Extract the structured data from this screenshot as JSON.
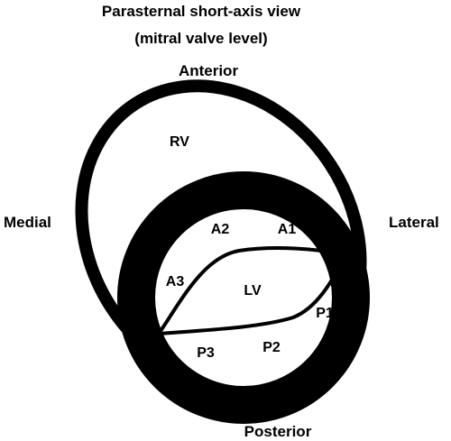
{
  "title": {
    "line1": "Parasternal short-axis view",
    "line2": "(mitral valve level)"
  },
  "orientation": {
    "anterior": "Anterior",
    "posterior": "Posterior",
    "medial": "Medial",
    "lateral": "Lateral"
  },
  "chambers": {
    "rv": "RV",
    "lv": "LV"
  },
  "leaflets": {
    "anterior": [
      "A1",
      "A2",
      "A3"
    ],
    "posterior": [
      "P1",
      "P2",
      "P3"
    ]
  },
  "colors": {
    "ink": "#000000",
    "background": "#ffffff"
  }
}
